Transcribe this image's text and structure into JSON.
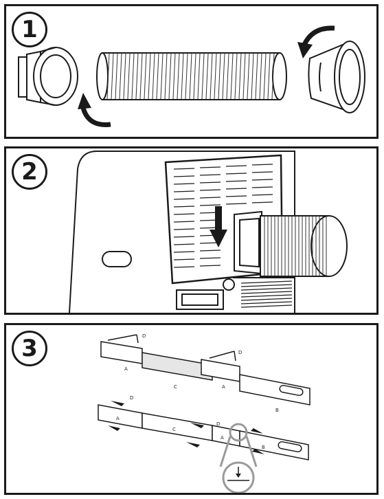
{
  "steps": [
    {
      "number": "1"
    },
    {
      "number": "2"
    },
    {
      "number": "3"
    }
  ],
  "part_labels": {
    "a": "A",
    "b": "B",
    "c": "C",
    "d": "D"
  },
  "colors": {
    "line": "#1a1a1a",
    "highlight": "#9a9a9a",
    "panel_fill": "#ffffff"
  },
  "icons": [
    "curved-arrow-icon",
    "down-arrow-icon",
    "small-arrow-icon"
  ]
}
